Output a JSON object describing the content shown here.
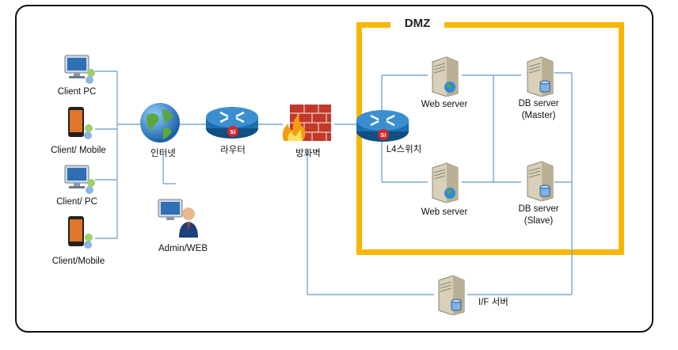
{
  "dmz": {
    "title": "DMZ"
  },
  "clients": [
    {
      "label": "Client PC",
      "icon": "desktop-pc-icon"
    },
    {
      "label": "Client/ Mobile",
      "icon": "mobile-phone-icon"
    },
    {
      "label": "Client/ PC",
      "icon": "desktop-pc-icon"
    },
    {
      "label": "Client/Mobile",
      "icon": "mobile-phone-icon"
    }
  ],
  "network": {
    "internet": "인터넷",
    "router": "라우터",
    "firewall": "방화벽",
    "l4switch": "L4스위치",
    "admin": "Admin/WEB"
  },
  "servers": {
    "web1": "Web server",
    "web2": "Web server",
    "db_master": [
      "DB server",
      "(Master)"
    ],
    "db_slave": [
      "DB server",
      "(Slave)"
    ],
    "if_server": "I/F 서버"
  },
  "colors": {
    "dmz_border": "#f5b700",
    "link_line": "#7fa9d0",
    "router_body": "#1a6fae",
    "firewall_brick": "#c0392b"
  }
}
